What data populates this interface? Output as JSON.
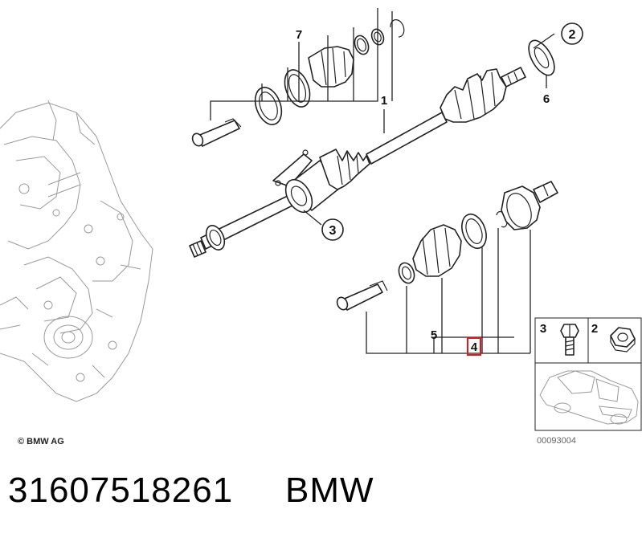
{
  "diagram": {
    "copyright": "© BMW AG",
    "image_number": "00093004",
    "callouts": {
      "c1": "1",
      "c2": "2",
      "c3": "3",
      "c4": "4",
      "c5": "5",
      "c6": "6",
      "c7": "7"
    },
    "inset_labels": {
      "bolt": "3",
      "nut": "2"
    },
    "highlight_color": "#e0161c"
  },
  "footer": {
    "part_number": "31607518261",
    "brand": "BMW"
  }
}
